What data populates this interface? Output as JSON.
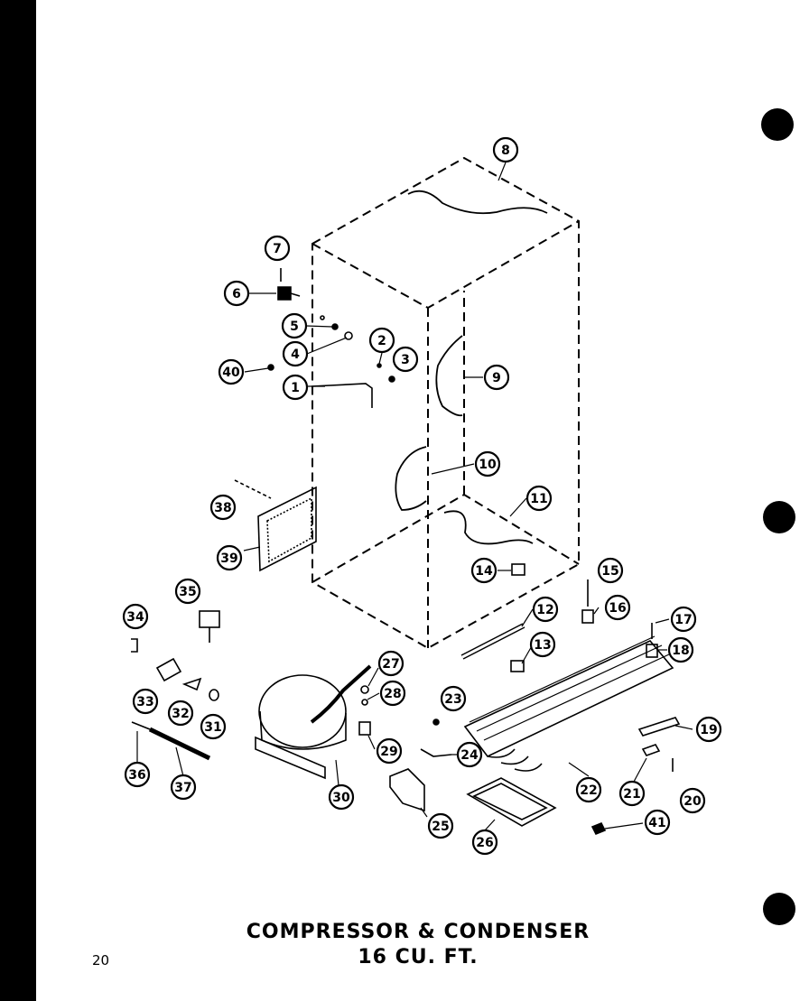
{
  "diagram": {
    "title_line1": "COMPRESSOR & CONDENSER",
    "title_line2": "16 CU. FT.",
    "page_number": "20",
    "callouts": [
      {
        "id": "c8a",
        "label": "8"
      },
      {
        "id": "c7",
        "label": "7"
      },
      {
        "id": "c6",
        "label": "6"
      },
      {
        "id": "c5",
        "label": "5"
      },
      {
        "id": "c4",
        "label": "4"
      },
      {
        "id": "c2",
        "label": "2"
      },
      {
        "id": "c3",
        "label": "3"
      },
      {
        "id": "c40",
        "label": "40"
      },
      {
        "id": "c1",
        "label": "1"
      },
      {
        "id": "c9",
        "label": "9"
      },
      {
        "id": "c10",
        "label": "10"
      },
      {
        "id": "c38",
        "label": "38"
      },
      {
        "id": "c11",
        "label": "11"
      },
      {
        "id": "c39",
        "label": "39"
      },
      {
        "id": "c14",
        "label": "14"
      },
      {
        "id": "c15",
        "label": "15"
      },
      {
        "id": "c35",
        "label": "35"
      },
      {
        "id": "c12",
        "label": "12"
      },
      {
        "id": "c16",
        "label": "16"
      },
      {
        "id": "c34",
        "label": "34"
      },
      {
        "id": "c17",
        "label": "17"
      },
      {
        "id": "c13",
        "label": "13"
      },
      {
        "id": "c18",
        "label": "18"
      },
      {
        "id": "c27",
        "label": "27"
      },
      {
        "id": "c33",
        "label": "33"
      },
      {
        "id": "c28a",
        "label": "28"
      },
      {
        "id": "c23",
        "label": "23"
      },
      {
        "id": "c32",
        "label": "32"
      },
      {
        "id": "c31",
        "label": "31"
      },
      {
        "id": "c19",
        "label": "19"
      },
      {
        "id": "c29",
        "label": "29"
      },
      {
        "id": "c24",
        "label": "24"
      },
      {
        "id": "c36",
        "label": "36"
      },
      {
        "id": "c37",
        "label": "37"
      },
      {
        "id": "c22",
        "label": "22"
      },
      {
        "id": "c30",
        "label": "30"
      },
      {
        "id": "c21",
        "label": "21"
      },
      {
        "id": "c20",
        "label": "20"
      },
      {
        "id": "c25",
        "label": "25"
      },
      {
        "id": "c41",
        "label": "41"
      },
      {
        "id": "c26",
        "label": "26"
      }
    ]
  }
}
